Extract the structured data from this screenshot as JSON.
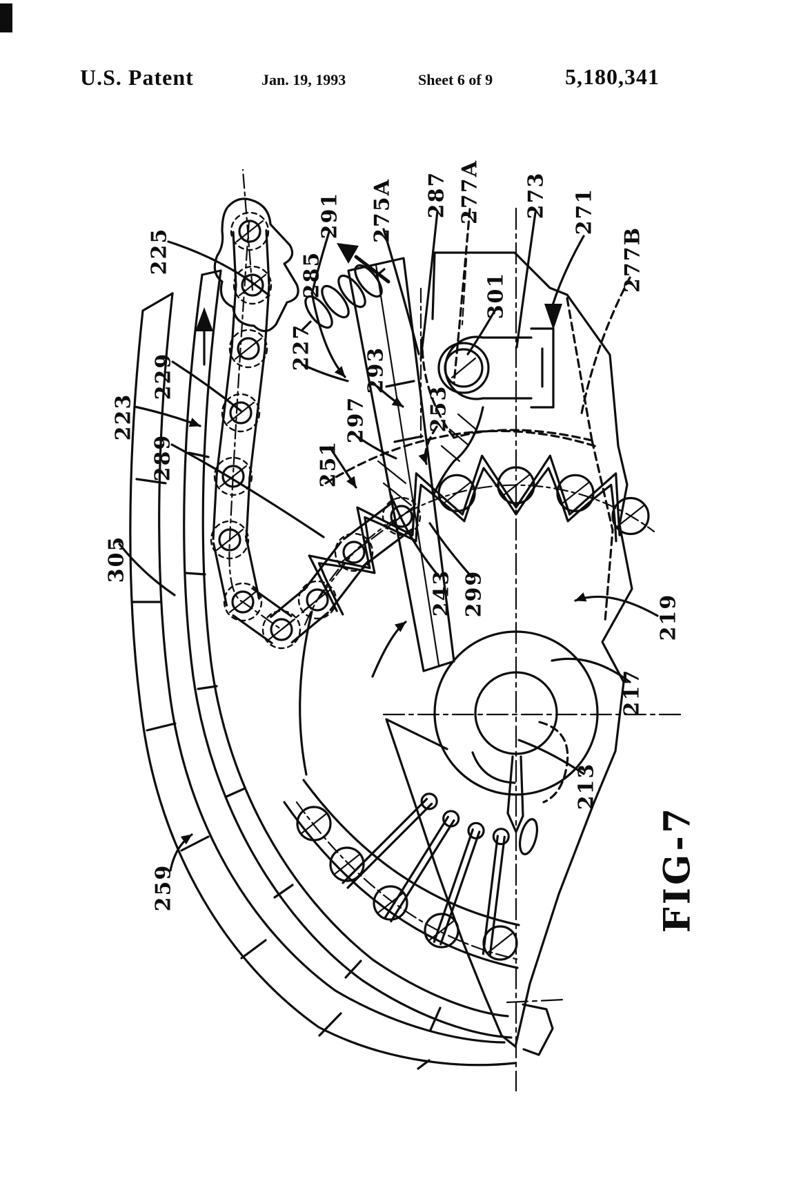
{
  "page": {
    "paper_color": "#ffffff",
    "ink_color": "#0d0d0d"
  },
  "header": {
    "publication": "U.S. Patent",
    "date": "Jan. 19, 1993",
    "sheet": "Sheet 6 of 9",
    "patent_number": "5,180,341"
  },
  "figure": {
    "caption": "FIG-7",
    "reference_labels": [
      "225",
      "291",
      "275A",
      "287",
      "277A",
      "273",
      "271",
      "277B",
      "285",
      "227",
      "293",
      "253",
      "301",
      "229",
      "223",
      "289",
      "251",
      "297",
      "305",
      "243",
      "299",
      "219",
      "217",
      "213",
      "259"
    ]
  }
}
